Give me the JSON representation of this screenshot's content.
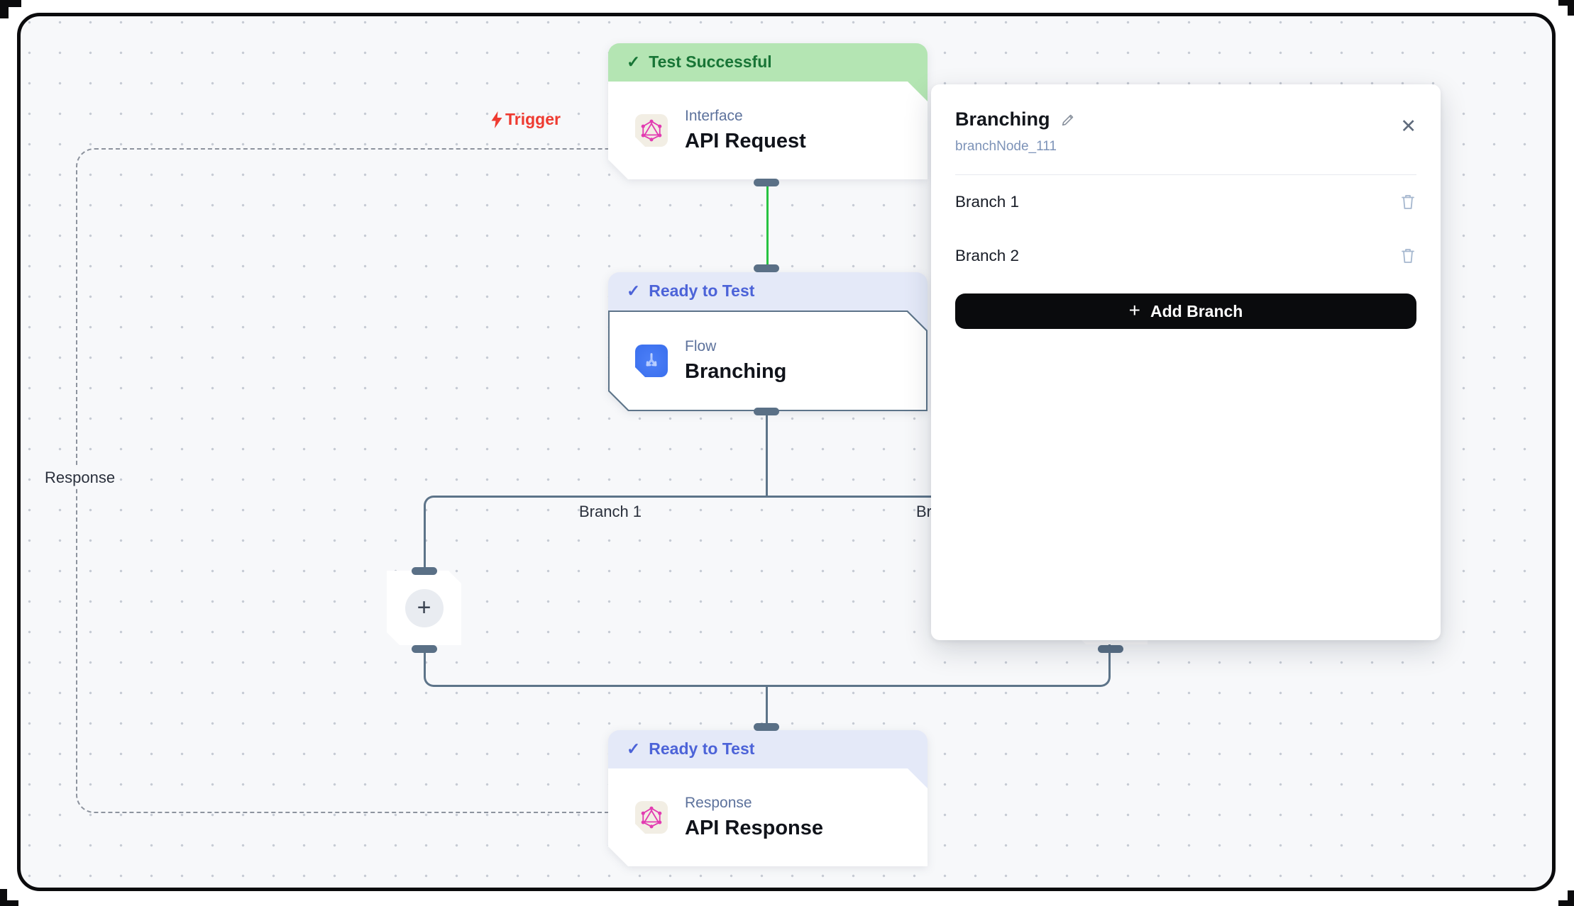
{
  "labels": {
    "trigger": "Trigger",
    "response": "Response",
    "branch1": "Branch 1",
    "branch2": "Branch 2"
  },
  "nodes": {
    "api_request": {
      "status": "Test Successful",
      "category": "Interface",
      "title": "API Request"
    },
    "branching": {
      "status": "Ready to Test",
      "category": "Flow",
      "title": "Branching"
    },
    "api_response": {
      "status": "Ready to Test",
      "category": "Response",
      "title": "API Response"
    }
  },
  "panel": {
    "title": "Branching",
    "node_id": "branchNode_111",
    "branches": [
      {
        "label": "Branch 1"
      },
      {
        "label": "Branch 2"
      }
    ],
    "add_branch_label": "Add Branch"
  },
  "icons": {
    "check": "✓",
    "close": "✕",
    "plus": "+"
  },
  "colors": {
    "status_green_bg": "#b4e5b3",
    "status_green_text": "#187536",
    "status_blue_bg": "#e4e9f8",
    "status_blue_text": "#4c63d8",
    "edge_green": "#27c341",
    "edge_slate": "#5d7489",
    "trigger_red": "#ee3a30",
    "graphql_pink": "#e23bb1",
    "flow_icon_blue": "#3b70ee",
    "add_button_bg": "#0a0b0d"
  }
}
